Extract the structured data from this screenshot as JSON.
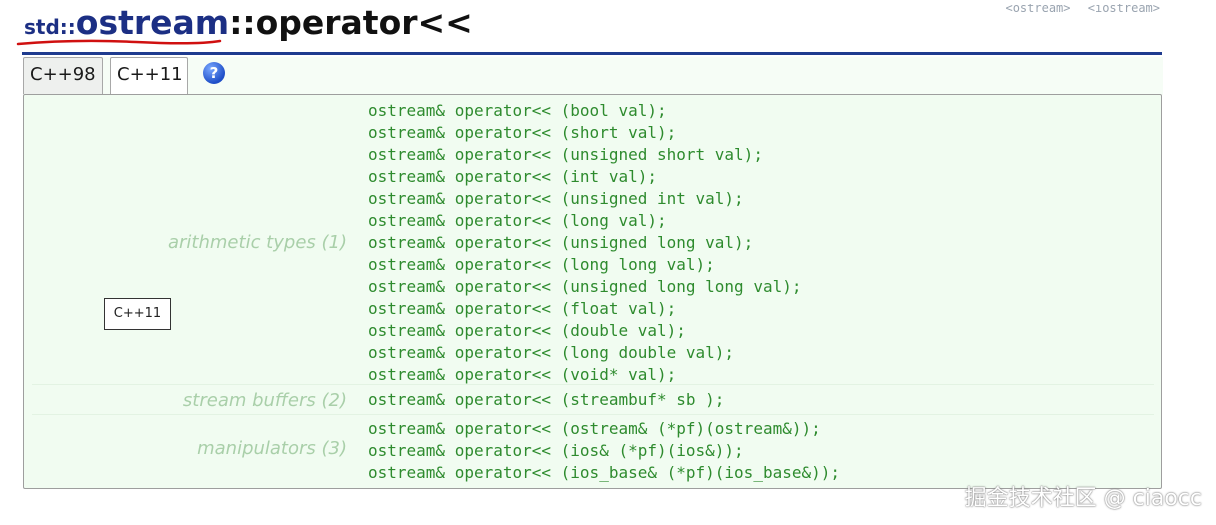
{
  "title": {
    "namespace": "std::",
    "class_name": "ostream",
    "operator": "::operator<<"
  },
  "headers": [
    "<ostream>",
    "<iostream>"
  ],
  "tabs": [
    {
      "label": "C++98",
      "selected": false
    },
    {
      "label": "C++11",
      "selected": true
    }
  ],
  "help_icon": {
    "symbol": "?",
    "name": "help-icon"
  },
  "groups": [
    {
      "label": "arithmetic types (1)",
      "lines": [
        "ostream& operator<< (bool val);",
        "ostream& operator<< (short val);",
        "ostream& operator<< (unsigned short val);",
        "ostream& operator<< (int val);",
        "ostream& operator<< (unsigned int val);",
        "ostream& operator<< (long val);",
        "ostream& operator<< (unsigned long val);",
        "ostream& operator<< (long long val);",
        "ostream& operator<< (unsigned long long val);",
        "ostream& operator<< (float val);",
        "ostream& operator<< (double val);",
        "ostream& operator<< (long double val);",
        "ostream& operator<< (void* val);"
      ]
    },
    {
      "label": "stream buffers (2)",
      "lines": [
        "ostream& operator<< (streambuf* sb );"
      ]
    },
    {
      "label": "manipulators (3)",
      "lines": [
        "ostream& operator<< (ostream& (*pf)(ostream&));",
        "ostream& operator<< (ios& (*pf)(ios&));",
        "ostream& operator<< (ios_base& (*pf)(ios_base&));"
      ]
    }
  ],
  "tooltip": "C++11",
  "watermark": "掘金技术社区 @ ciaocc",
  "colors": {
    "title_blue": "#1c2f84",
    "code_green": "#2e8b2e",
    "label_green": "#a9cfa9",
    "panel_bg": "#f1fcf1",
    "underline_red": "#d01010"
  }
}
